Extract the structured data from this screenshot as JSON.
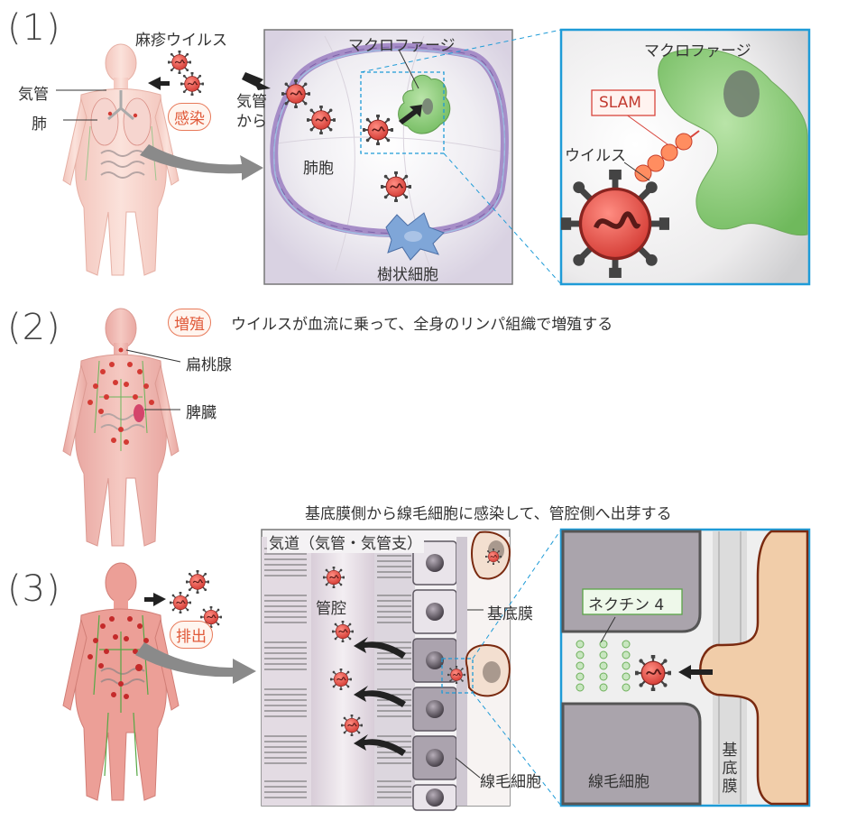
{
  "steps": {
    "s1": "(1)",
    "s2": "(2)",
    "s3": "(3)"
  },
  "step1": {
    "virus_title": "麻疹ウイルス",
    "trachea": "気管",
    "lung": "肺",
    "badge": "感染",
    "from_trachea_1": "気管",
    "from_trachea_2": "から",
    "macrophage": "マクロファージ",
    "alveolus": "肺胞",
    "dendritic": "樹状細胞",
    "zoom_macrophage": "マクロファージ",
    "slam": "SLAM",
    "virus": "ウイルス"
  },
  "step2": {
    "badge": "増殖",
    "caption": "ウイルスが血流に乗って、全身のリンパ組織で増殖する",
    "tonsil": "扁桃腺",
    "spleen": "脾臓"
  },
  "step3": {
    "caption": "基底膜側から線毛細胞に感染して、管腔側へ出芽する",
    "airway": "気道（気管・気管支）",
    "lumen": "管腔",
    "basement": "基底膜",
    "badge": "排出",
    "ciliated": "線毛細胞",
    "nectin": "ネクチン 4",
    "zoom_ciliated": "線毛細胞",
    "zoom_basement_1": "基",
    "zoom_basement_2": "底",
    "zoom_basement_3": "膜"
  },
  "colors": {
    "zoom_border": "#1e9bd7",
    "virus_red": "#e0413a",
    "macrophage_green": "#8fcf7e",
    "slam_red": "#d8453c",
    "body_pink": "#f7d4cb",
    "badge_orange": "#e87a5a"
  }
}
